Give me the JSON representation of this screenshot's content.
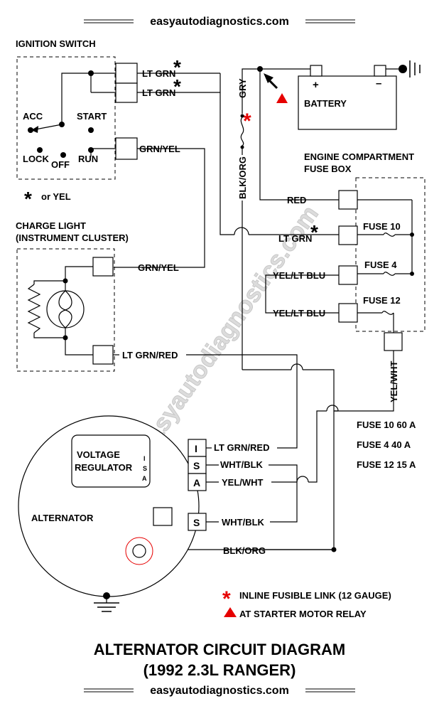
{
  "site": {
    "header": "easyautodiagnostics.com",
    "footer": "easyautodiagnostics.com",
    "watermark": "easyautodiagnostics.com"
  },
  "title": {
    "line1": "ALTERNATOR CIRCUIT DIAGRAM",
    "line2": "(1992 2.3L RANGER)"
  },
  "ignition_switch": {
    "label": "IGNITION SWITCH",
    "positions": {
      "acc": "ACC",
      "start": "START",
      "lock": "LOCK",
      "off": "OFF",
      "run": "RUN"
    },
    "wire_top": "LT GRN",
    "wire_mid": "LT GRN",
    "wire_run": "GRN/YEL"
  },
  "asterisk_note": "or YEL",
  "charge_light": {
    "label_line1": "CHARGE LIGHT",
    "label_line2": "(INSTRUMENT CLUSTER)",
    "wire_top": "GRN/YEL",
    "wire_bottom": "LT GRN/RED"
  },
  "battery": {
    "label": "BATTERY",
    "plus": "+",
    "minus": "–"
  },
  "wires": {
    "gry": "GRY",
    "blk_org_vertical": "BLK/ORG",
    "red": "RED",
    "lt_grn_fuse": "LT GRN",
    "yel_lt_blu_1": "YEL/LT BLU",
    "yel_lt_blu_2": "YEL/LT BLU",
    "yel_wht_vertical": "YEL/WHT"
  },
  "fuse_box": {
    "label_line1": "ENGINE COMPARTMENT",
    "label_line2": "FUSE BOX",
    "fuses": [
      "FUSE 10",
      "FUSE 4",
      "FUSE 12"
    ]
  },
  "fuse_ratings": [
    "FUSE 10 60 A",
    "FUSE 4 40 A",
    "FUSE 12 15 A"
  ],
  "alternator": {
    "label": "ALTERNATOR",
    "regulator_line1": "VOLTAGE",
    "regulator_line2": "REGULATOR",
    "isa": [
      "I",
      "S",
      "A"
    ],
    "terminals": [
      {
        "letter": "I",
        "wire": "LT GRN/RED"
      },
      {
        "letter": "S",
        "wire": "WHT/BLK"
      },
      {
        "letter": "A",
        "wire": "YEL/WHT"
      },
      {
        "letter": "S",
        "wire": "WHT/BLK"
      }
    ],
    "output_wire": "BLK/ORG"
  },
  "legend": {
    "fusible_link": "INLINE FUSIBLE LINK (12 GAUGE)",
    "starter_relay": "AT STARTER MOTOR RELAY"
  },
  "colors": {
    "line": "#000000",
    "accent": "#e60000",
    "watermark": "#d9d9d9"
  }
}
